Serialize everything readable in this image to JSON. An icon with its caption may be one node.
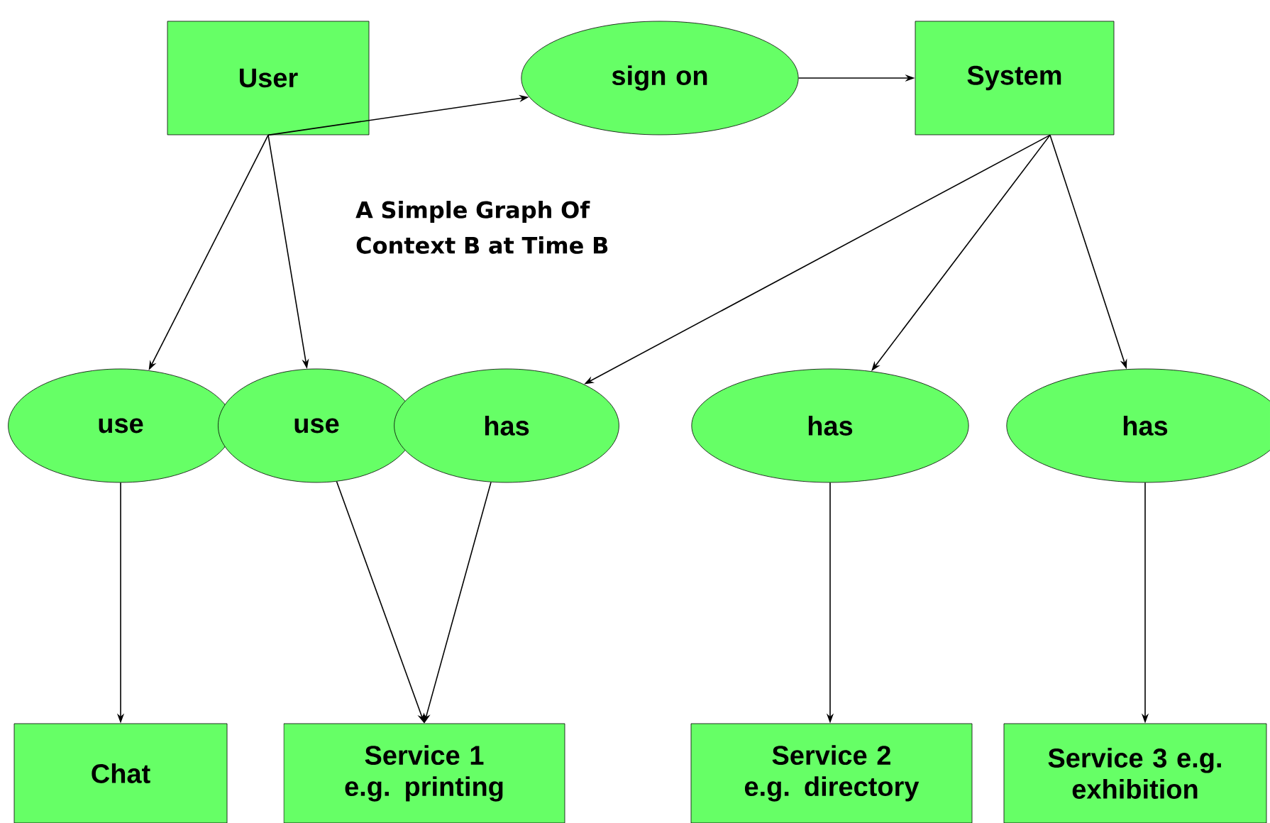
{
  "diagram": {
    "nodes": [
      {
        "text": [
          "User"
        ]
      },
      {
        "text": [
          "sign on"
        ]
      },
      {
        "text": [
          "System"
        ]
      },
      {
        "text": [
          "use"
        ]
      },
      {
        "text": [
          "use"
        ]
      },
      {
        "text": [
          "has"
        ]
      },
      {
        "text": [
          "has"
        ]
      },
      {
        "text": [
          "has"
        ]
      },
      {
        "text": [
          "Chat"
        ]
      },
      {
        "text": [
          "Service 1 e.g. printing"
        ]
      },
      {
        "text": [
          "Service 2 e.g. directory"
        ]
      },
      {
        "text": [
          "Service 3 e.g. exhibition"
        ]
      }
    ],
    "edges": [
      {
        "from": 0,
        "to": 1,
        "arrow": "to"
      },
      {
        "from": 1,
        "to": 2,
        "arrow": "to"
      },
      {
        "from": 0,
        "to": 3,
        "arrow": "to"
      },
      {
        "from": 0,
        "to": 4,
        "arrow": "to"
      },
      {
        "from": 2,
        "to": 5,
        "arrow": "to"
      },
      {
        "from": 2,
        "to": 6,
        "arrow": "to"
      },
      {
        "from": 2,
        "to": 7,
        "arrow": "to"
      },
      {
        "from": 3,
        "to": 8,
        "arrow": "to"
      },
      {
        "from": 4,
        "to": 9,
        "arrow": "to"
      },
      {
        "from": 5,
        "to": 9,
        "arrow": "to"
      },
      {
        "from": 6,
        "to": 10,
        "arrow": "to"
      },
      {
        "from": 7,
        "to": 11,
        "arrow": "to"
      }
    ],
    "labels": [
      "A Simple Graph Of Context B at Time B"
    ]
  }
}
